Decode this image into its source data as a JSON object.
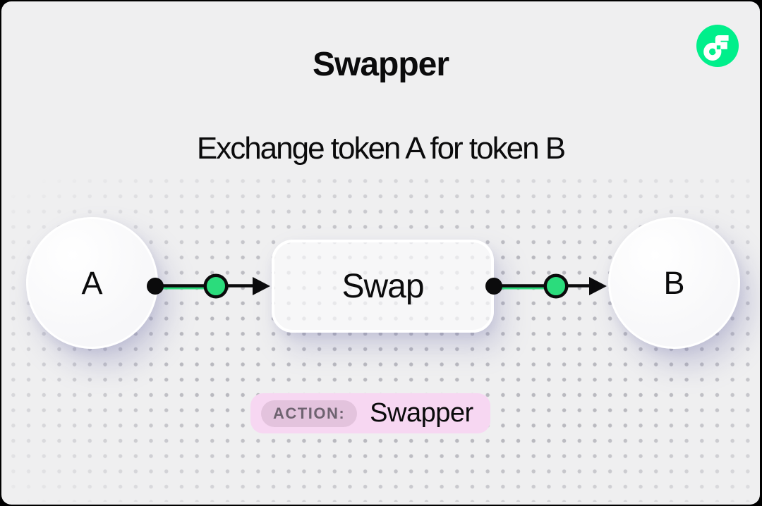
{
  "header": {
    "title": "Swapper",
    "subtitle": "Exchange token A for token B"
  },
  "brand": {
    "logo_icon": "flow-logo",
    "logo_color": "#00EF8B"
  },
  "diagram": {
    "input_node": {
      "label": "A"
    },
    "process_node": {
      "label": "Swap"
    },
    "output_node": {
      "label": "B"
    },
    "flow_order": [
      "A",
      "Swap",
      "B"
    ]
  },
  "action_badge": {
    "label": "ACTION:",
    "value": "Swapper"
  },
  "colors": {
    "background": "#EFEFF0",
    "frame": "#000000",
    "ink": "#0B0B0C",
    "dot-grid": "#B9B9BF",
    "node-fill": "#F7F7F9",
    "node-border": "#FFFFFF",
    "connector-green": "#2BDC7C",
    "flow-green": "#00EF8B",
    "badge-bg": "#F7D7F2",
    "badge-pill": "#E3C3DD",
    "badge-text": "#6E6370"
  }
}
